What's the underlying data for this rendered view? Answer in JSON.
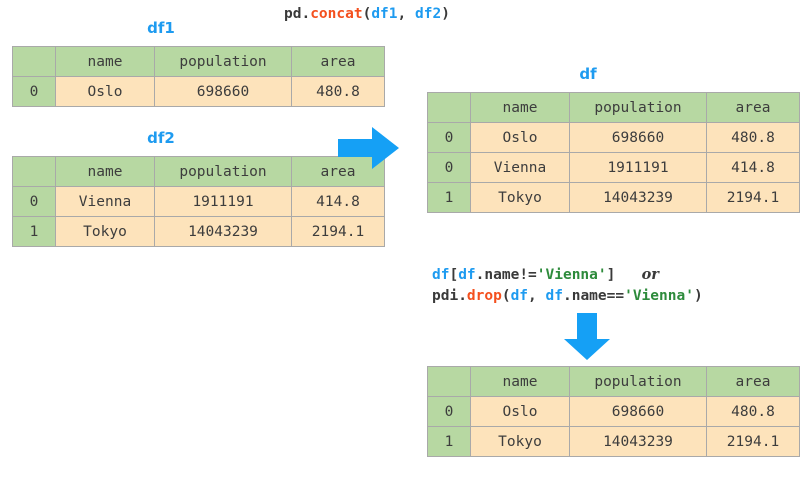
{
  "diagram": {
    "title_code": {
      "tokens": [
        {
          "t": "pd.",
          "cls": "k-plain"
        },
        {
          "t": "concat",
          "cls": "k-fn"
        },
        {
          "t": "(",
          "cls": "k-plain"
        },
        {
          "t": "df1",
          "cls": "k-var"
        },
        {
          "t": ", ",
          "cls": "k-plain"
        },
        {
          "t": "df2",
          "cls": "k-var"
        },
        {
          "t": ")",
          "cls": "k-plain"
        }
      ],
      "plain": "pd.concat(df1, df2)"
    },
    "filter_code": {
      "line1": "df[df.name!='Vienna']   or",
      "line2": "pdi.drop(df, df.name=='Vienna')"
    }
  },
  "labels": {
    "df1": "df1",
    "df2": "df2",
    "df": "df"
  },
  "columns": {
    "index": "",
    "name": "name",
    "population": "population",
    "area": "area"
  },
  "tables": {
    "df1": {
      "label": "df1",
      "headers": [
        "",
        "name",
        "population",
        "area"
      ],
      "rows": [
        {
          "index": "0",
          "name": "Oslo",
          "population": "698660",
          "area": "480.8"
        }
      ]
    },
    "df2": {
      "label": "df2",
      "headers": [
        "",
        "name",
        "population",
        "area"
      ],
      "rows": [
        {
          "index": "0",
          "name": "Vienna",
          "population": "1911191",
          "area": "414.8"
        },
        {
          "index": "1",
          "name": "Tokyo",
          "population": "14043239",
          "area": "2194.1"
        }
      ]
    },
    "df": {
      "label": "df",
      "headers": [
        "",
        "name",
        "population",
        "area"
      ],
      "rows": [
        {
          "index": "0",
          "name": "Oslo",
          "population": "698660",
          "area": "480.8"
        },
        {
          "index": "0",
          "name": "Vienna",
          "population": "1911191",
          "area": "414.8"
        },
        {
          "index": "1",
          "name": "Tokyo",
          "population": "14043239",
          "area": "2194.1"
        }
      ]
    },
    "df_filtered": {
      "label": "",
      "headers": [
        "",
        "name",
        "population",
        "area"
      ],
      "rows": [
        {
          "index": "0",
          "name": "Oslo",
          "population": "698660",
          "area": "480.8"
        },
        {
          "index": "1",
          "name": "Tokyo",
          "population": "14043239",
          "area": "2194.1"
        }
      ]
    }
  },
  "colors": {
    "header_green": "#b7d8a2",
    "cell_orange": "#fde3bb",
    "border_gray": "#a9a9a9",
    "accent_blue": "#1e9bf0",
    "code_orange": "#f4501e",
    "code_green": "#2e8b3c",
    "text_dark": "#3d3d3d"
  },
  "arrows": {
    "right_arrow": "arrow-right",
    "down_arrow": "arrow-down"
  }
}
